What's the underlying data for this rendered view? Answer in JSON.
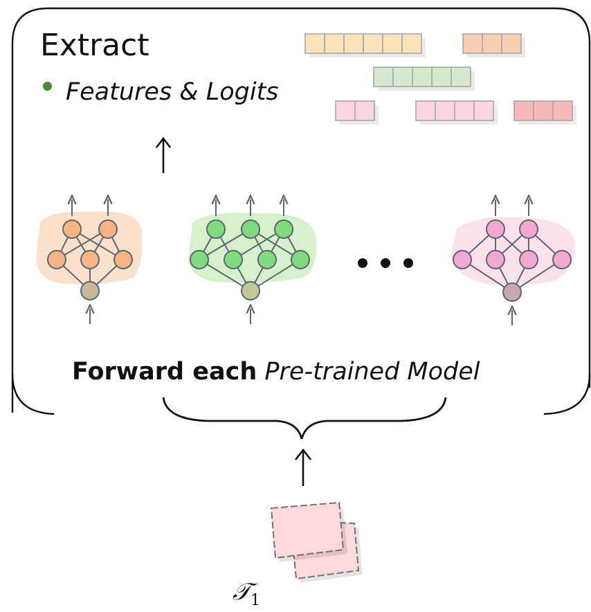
{
  "extract_title": "Extract",
  "bullet_text": "Features & Logits",
  "caption_bold": "Forward each",
  "caption_italic": "Pre-trained Model",
  "task_symbol": "𝒯",
  "task_subscript": "1",
  "colors": {
    "orange_node": "#f6b384",
    "green_node": "#7edb7e",
    "pink_node": "#f3a8d3",
    "bullet": "#4a8a36"
  }
}
